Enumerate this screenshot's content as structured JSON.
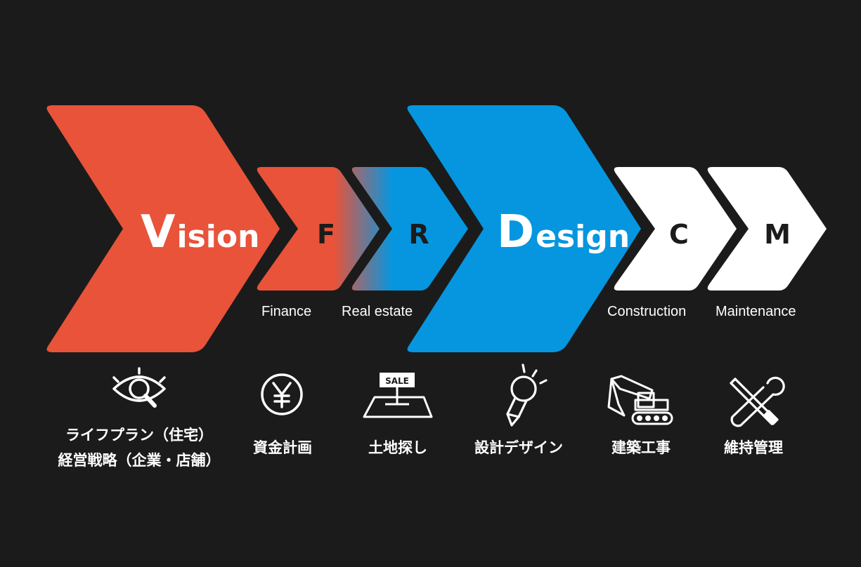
{
  "colors": {
    "background": "#1b1b1b",
    "vision": "#e8533a",
    "design": "#0596df",
    "white": "#ffffff",
    "dark_text": "#1b1b1b"
  },
  "stages": {
    "vision": {
      "initial": "V",
      "rest": "ision"
    },
    "finance": {
      "letter": "F",
      "sub": "Finance"
    },
    "real_estate": {
      "letter": "R",
      "sub": "Real estate"
    },
    "design": {
      "initial": "D",
      "rest": "esign"
    },
    "construction": {
      "letter": "C",
      "sub": "Construction"
    },
    "maintenance": {
      "letter": "M",
      "sub": "Maintenance"
    }
  },
  "items": {
    "vision": {
      "line1": "ライフプラン（住宅）",
      "line2": "経営戦略（企業・店舗）",
      "icon": "eye-magnifier-icon"
    },
    "finance": {
      "line1": "資金計画",
      "icon": "yen-coin-icon"
    },
    "real_estate": {
      "line1": "土地探し",
      "icon": "sale-sign-icon",
      "sign_text": "SALE"
    },
    "design": {
      "line1": "設計デザイン",
      "icon": "lightbulb-pencil-icon"
    },
    "construction": {
      "line1": "建築工事",
      "icon": "excavator-icon"
    },
    "maintenance": {
      "line1": "維持管理",
      "icon": "wrench-screwdriver-icon"
    }
  }
}
